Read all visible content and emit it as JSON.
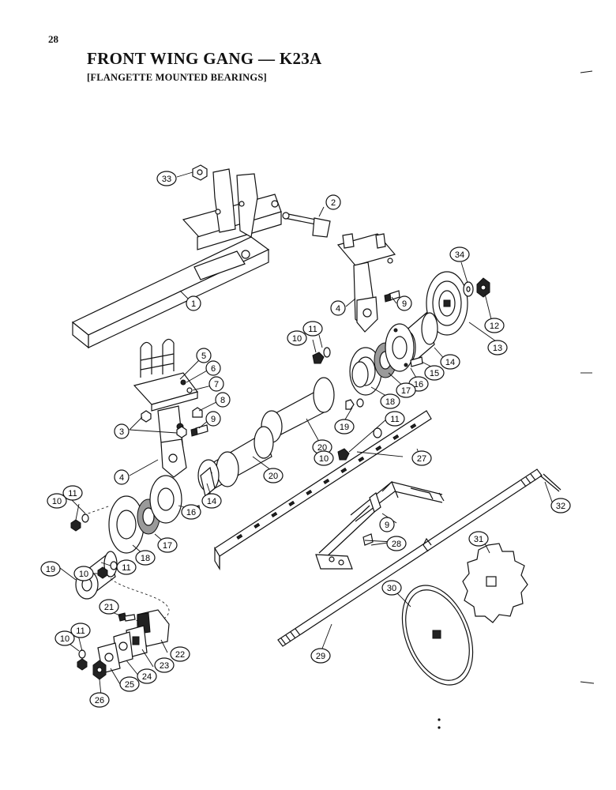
{
  "page_number": "28",
  "title": "FRONT WING GANG — K23A",
  "subtitle": "[FLANGETTE MOUNTED BEARINGS]",
  "callouts": {
    "c1": "1",
    "c2": "2",
    "c3": "3",
    "c4a": "4",
    "c4b": "4",
    "c5": "5",
    "c6": "6",
    "c7": "7",
    "c8": "8",
    "c9a": "9",
    "c9b": "9",
    "c9c": "9",
    "c10a": "10",
    "c10b": "10",
    "c10c": "10",
    "c10d": "10",
    "c10e": "10",
    "c11a": "11",
    "c11b": "11",
    "c11c": "11",
    "c11d": "11",
    "c11e": "11",
    "c12": "12",
    "c13": "13",
    "c14a": "14",
    "c14b": "14",
    "c15": "15",
    "c16a": "16",
    "c16b": "16",
    "c17a": "17",
    "c17b": "17",
    "c18a": "18",
    "c18b": "18",
    "c19a": "19",
    "c19b": "19",
    "c20a": "20",
    "c20b": "20",
    "c21": "21",
    "c22": "22",
    "c23": "23",
    "c24": "24",
    "c25": "25",
    "c26": "26",
    "c27": "27",
    "c28": "28",
    "c29": "29",
    "c30": "30",
    "c31": "31",
    "c32": "32",
    "c33": "33",
    "c34": "34"
  }
}
